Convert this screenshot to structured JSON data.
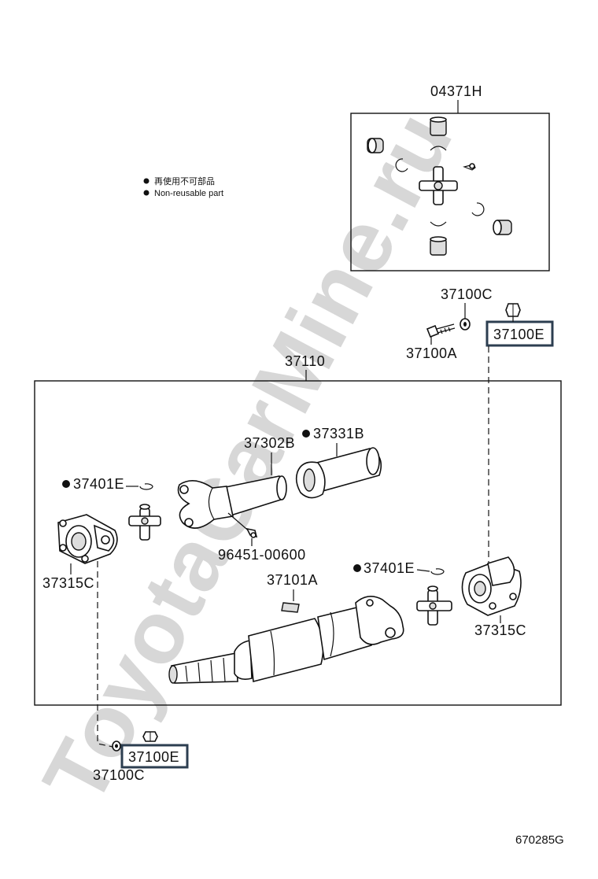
{
  "legend": {
    "line1": "再使用不可部品",
    "line2": "Non-reusable part"
  },
  "callouts": {
    "kit": "04371H",
    "washer_top": "37100C",
    "bolt_top": "37100A",
    "nut_top": "37100E",
    "shaft_assy": "37110",
    "sleeve_yoke": "37302B",
    "boot": "37331B",
    "snap_ring_front": "37401E",
    "fitting": "96451-00600",
    "flange_left": "37315C",
    "balance_weight": "37101A",
    "snap_ring_rear": "37401E",
    "flange_right": "37315C",
    "nut_bottom": "37100E",
    "washer_bottom": "37100C"
  },
  "bullet_callouts": [
    "37331B",
    "37401E",
    "37401E"
  ],
  "highlighted_callouts": [
    "37100E",
    "37100E"
  ],
  "figure_number": "670285G",
  "watermark": "ToyotaCarMine.ru",
  "colors": {
    "highlight_border": "#2c3e50",
    "line": "#111111",
    "watermark": "#d7d7d7"
  }
}
